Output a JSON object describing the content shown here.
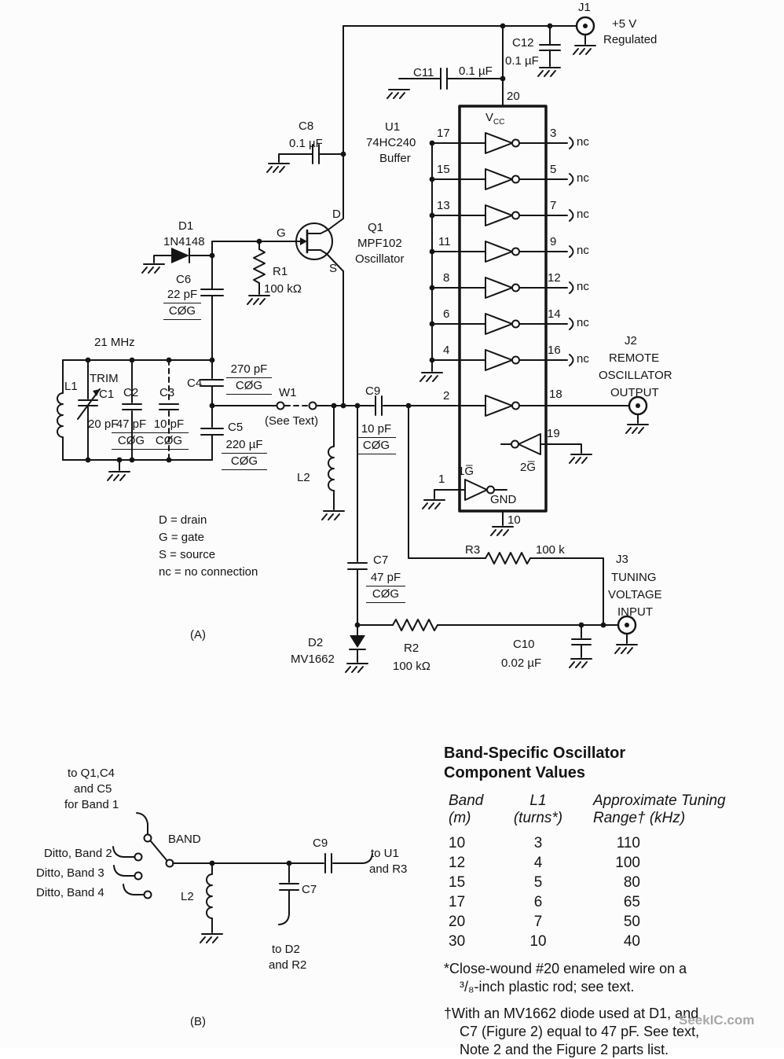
{
  "watermark": "SeekIC.com",
  "partA": {
    "section_label": "(A)",
    "j1": {
      "ref": "J1",
      "desc1": "+5 V",
      "desc2": "Regulated"
    },
    "c12": {
      "ref": "C12",
      "value": "0.1 µF"
    },
    "c11": {
      "ref": "C11",
      "value": "0.1 µF"
    },
    "c8": {
      "ref": "C8",
      "value": "0.1 µF"
    },
    "u1": {
      "ref": "U1",
      "part": "74HC240",
      "role": "Buffer",
      "vcc_v": "V",
      "vcc_sub": "CC",
      "vcc_pin": "20",
      "gnd": "GND",
      "gnd_pin": "10",
      "en1": "1G̅",
      "en1_pin": "1",
      "en2": "2G̅",
      "en2_pin": "19",
      "input_pins": [
        "17",
        "15",
        "13",
        "11",
        "8",
        "6",
        "4",
        "2"
      ],
      "output_pins": [
        "3",
        "5",
        "7",
        "9",
        "12",
        "14",
        "16",
        "18"
      ],
      "nc": "nc"
    },
    "d1": {
      "ref": "D1",
      "part": "1N4148"
    },
    "q1": {
      "ref": "Q1",
      "part": "MPF102",
      "role": "Oscillator",
      "d": "D",
      "g": "G",
      "s": "S"
    },
    "r1": {
      "ref": "R1",
      "value": "100 kΩ"
    },
    "c6": {
      "ref": "C6",
      "value": "22 pF",
      "type": "CØG"
    },
    "freq": "21 MHz",
    "l1": {
      "ref": "L1"
    },
    "c1": {
      "ref": "C1",
      "trim": "TRIM",
      "value": "20 pF"
    },
    "c2": {
      "ref": "C2",
      "value": "47 pF",
      "type": "CØG"
    },
    "c3": {
      "ref": "C3",
      "value": "10 pF",
      "type": "CØG"
    },
    "c4": {
      "ref": "C4",
      "value": "270 pF",
      "type": "CØG"
    },
    "c5": {
      "ref": "C5",
      "value": "220 µF",
      "type": "CØG"
    },
    "w1": {
      "ref": "W1",
      "note": "(See Text)"
    },
    "c9": {
      "ref": "C9",
      "value": "10 pF",
      "type": "CØG"
    },
    "l2": {
      "ref": "L2"
    },
    "legend": [
      "D = drain",
      "G = gate",
      "S = source",
      "nc = no connection"
    ],
    "j2": {
      "ref": "J2",
      "desc1": "REMOTE",
      "desc2": "OSCILLATOR",
      "desc3": "OUTPUT"
    },
    "r3": {
      "ref": "R3",
      "value": "100 k"
    },
    "c7": {
      "ref": "C7",
      "value": "47 pF",
      "type": "CØG"
    },
    "j3": {
      "ref": "J3",
      "desc1": "TUNING",
      "desc2": "VOLTAGE",
      "desc3": "INPUT"
    },
    "d2": {
      "ref": "D2",
      "part": "MV1662"
    },
    "r2": {
      "ref": "R2",
      "value": "100 kΩ"
    },
    "c10": {
      "ref": "C10",
      "value": "0.02 µF"
    }
  },
  "partB": {
    "section_label": "(B)",
    "band1_note1": "to Q1,C4",
    "band1_note2": "and C5",
    "band1_note3": "for Band 1",
    "switch_label": "BAND",
    "ditto2": "Ditto, Band 2",
    "ditto3": "Ditto, Band 3",
    "ditto4": "Ditto, Band 4",
    "l2": "L2",
    "c7": "C7",
    "c9": "C9",
    "to_u1_1": "to U1",
    "to_u1_2": "and R3",
    "to_d2_1": "to D2",
    "to_d2_2": "and R2"
  },
  "table": {
    "title1": "Band-Specific Oscillator",
    "title2": "Component Values",
    "headers": {
      "c1a": "Band",
      "c1b": "(m)",
      "c2a": "L1",
      "c2b": "(turns*)",
      "c3a": "Approximate Tuning",
      "c3b": "Range† (kHz)"
    },
    "rows": [
      [
        "10",
        "3",
        "110"
      ],
      [
        "12",
        "4",
        "100"
      ],
      [
        "15",
        "5",
        "80"
      ],
      [
        "17",
        "6",
        "65"
      ],
      [
        "20",
        "7",
        "50"
      ],
      [
        "30",
        "10",
        "40"
      ]
    ],
    "foot1a": "*Close-wound #20 enameled wire on a",
    "foot1b": "³/₈-inch plastic rod; see text.",
    "foot2a": "†With an MV1662 diode used at D1, and",
    "foot2b": "C7 (Figure 2) equal to 47 pF. See text,",
    "foot2c": "Note 2 and the Figure 2 parts list."
  }
}
